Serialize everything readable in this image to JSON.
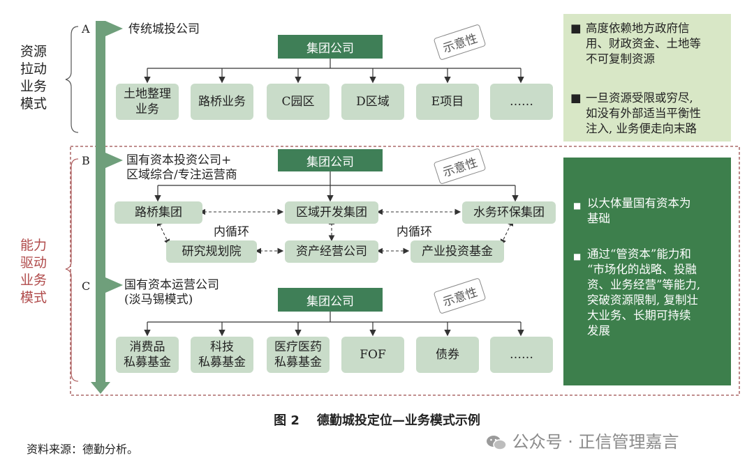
{
  "side_labels": {
    "resource": "资源\n拉动\n业务\n模式",
    "capability": "能力\n驱动\n业务\n模式"
  },
  "stamp": "示意性",
  "sections": {
    "A": {
      "letter": "A",
      "title": "传统城投公司",
      "hq": "集团公司",
      "boxes": [
        "土地整理\n业务",
        "路桥业务",
        "C园区",
        "D区域",
        "E项目",
        "……"
      ]
    },
    "B": {
      "letter": "B",
      "title": "国有资本投资公司+\n区域综合/专注运营商",
      "hq": "集团公司",
      "top_row": [
        "路桥集团",
        "区域开发集团",
        "水务环保集团"
      ],
      "bottom_row": [
        "研究规划院",
        "资产经营公司",
        "产业投资基金"
      ],
      "loop_label_left": "内循环",
      "loop_label_right": "内循环"
    },
    "C": {
      "letter": "C",
      "title": "国有资本运营公司\n(淡马锡模式)",
      "hq": "集团公司",
      "boxes": [
        "消费品\n私募基金",
        "科技\n私募基金",
        "医疗医药\n私募基金",
        "FOF",
        "债券",
        "……"
      ]
    }
  },
  "panel_resource": {
    "bullets": [
      "高度依赖地方政府信\n用、财政资金、土地等\n不可复制资源",
      "一旦资源受限或穷尽,\n如没有外部适当平衡性\n注入, 业务便走向末路"
    ]
  },
  "panel_capability": {
    "bullets": [
      "以大体量国有资本为\n基础",
      "通过“管资本”能力和\n“市场化的战略、投融\n资、业务经营”等能力,\n突破资源限制, 复制壮\n大业务、长期可持续\n发展"
    ]
  },
  "caption": "图 2    德勤城投定位—业务模式示例",
  "source": "资料来源：德勤分析。",
  "watermark": "公众号 · 正信管理嘉言",
  "colors": {
    "dark_green": "#3f7f57",
    "light_green_box": "#c9dcc9",
    "arrow_green": "#6f9f7b",
    "panel_light": "#d8e7c6",
    "panel_dark": "#3d7f4c",
    "dashed_frame": "#9b4a4a"
  }
}
